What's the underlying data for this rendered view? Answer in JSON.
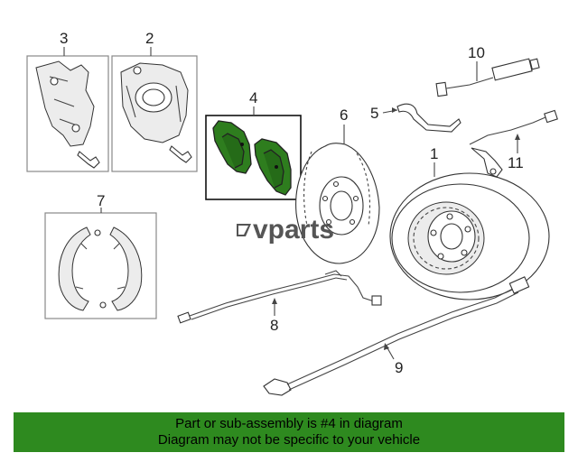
{
  "diagram": {
    "callouts": {
      "c1": "1",
      "c2": "2",
      "c3": "3",
      "c4": "4",
      "c5": "5",
      "c6": "6",
      "c7": "7",
      "c8": "8",
      "c9": "9",
      "c10": "10",
      "c11": "11"
    },
    "highlighted_part": "4",
    "watermark": "vparts",
    "highlight_color": "#2e7d1e"
  },
  "banner": {
    "line1": "Part or sub-assembly is #4 in diagram",
    "line2": "Diagram may not be specific to your vehicle",
    "background": "#2e8a1f"
  }
}
